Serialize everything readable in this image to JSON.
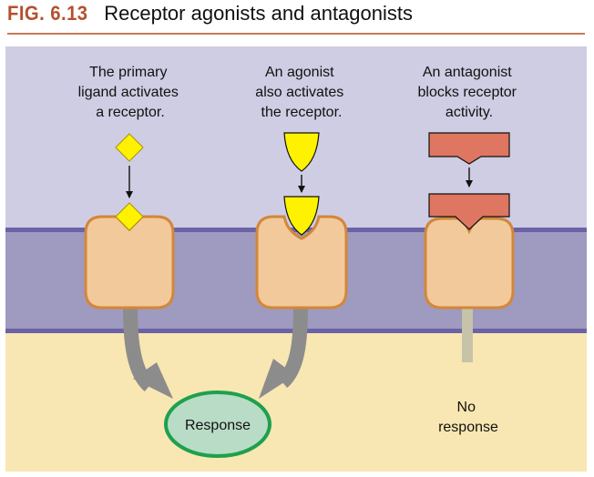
{
  "figure": {
    "label": "FIG. 6.13",
    "title": "Receptor agonists and antagonists"
  },
  "panels": [
    {
      "caption": [
        "The primary",
        "ligand activates",
        "a receptor."
      ]
    },
    {
      "caption": [
        "An agonist",
        "also activates",
        "the receptor."
      ]
    },
    {
      "caption": [
        "An antagonist",
        "blocks receptor",
        "activity."
      ]
    }
  ],
  "response": {
    "label": "Response"
  },
  "no_response": {
    "label": [
      "No",
      "response"
    ]
  },
  "colors": {
    "title_accent": "#b5502c",
    "top_background": "#cfcde3",
    "membrane_band": "#9f9ac0",
    "membrane_line": "#6c62a7",
    "cytoplasm": "#f8e7b2",
    "receptor_fill": "#f2c99a",
    "receptor_stroke": "#d2873a",
    "ligand_fill": "#fff200",
    "antagonist_fill": "#de7661",
    "response_fill": "#b9dcc6",
    "response_stroke": "#1ea04d",
    "arrow_gray": "#8c8c8c"
  }
}
